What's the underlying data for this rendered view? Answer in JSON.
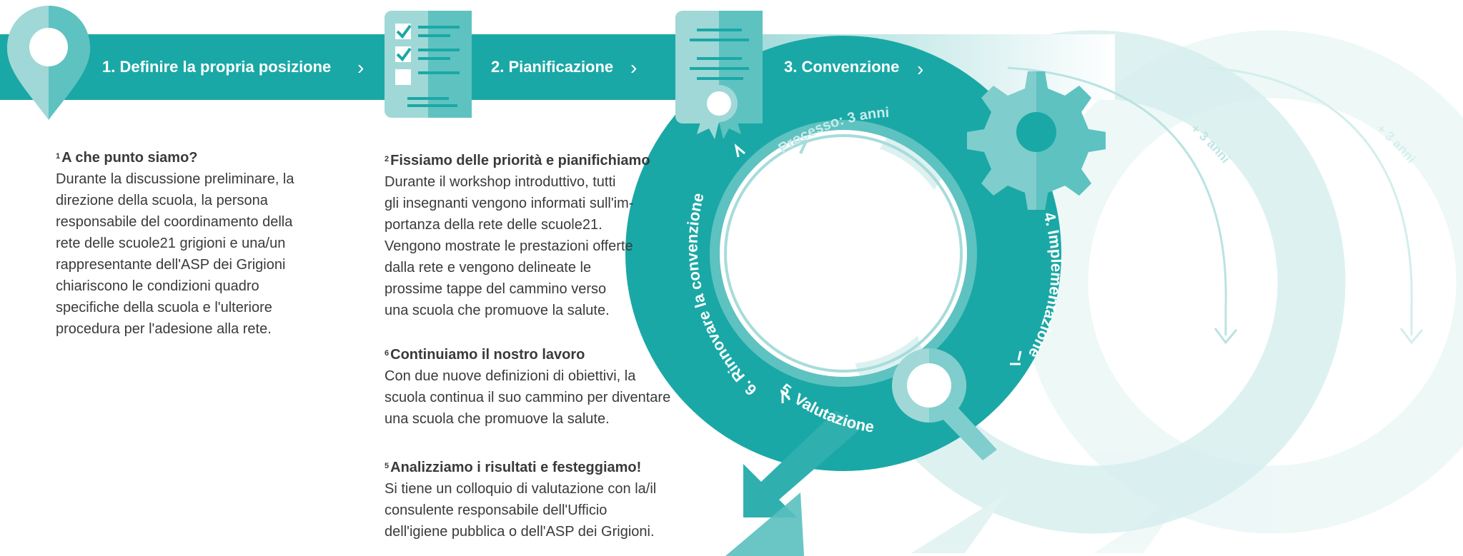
{
  "colors": {
    "teal": "#1aa8a6",
    "teal_dark": "#0c9a97",
    "teal_mid": "#5ec2c1",
    "teal_light": "#9fd8d7",
    "teal_pale": "#cdeceb",
    "text": "#3a3a3a"
  },
  "steps": {
    "step1": "1. Definire la propria posizione",
    "step2": "2. Pianificazione",
    "step3": "3. Convenzione",
    "step4": "4. Implementazione",
    "step5": "5. Valutazione",
    "step6": "6. Rinnovare la convenzione",
    "process": "Processo: 3 anni",
    "plus3_a": "+ 3 anni",
    "plus3_b": "+ 3 anni"
  },
  "icons": [
    "map-pin-icon",
    "checklist-icon",
    "certificate-icon",
    "gear-icon",
    "magnifier-icon"
  ],
  "blocks": {
    "b1": {
      "num": "1",
      "title": "A che punto siamo?",
      "lines": [
        "Durante la discussione preliminare, la",
        "direzione della scuola, la persona",
        "responsabile del coordinamento della",
        "rete delle scuole21 grigioni e una/un",
        "rappresentante dell'ASP dei Grigioni",
        "chiariscono le condizioni quadro",
        "specifiche della scuola e l'ulteriore",
        "procedura per l'adesione alla rete."
      ]
    },
    "b2": {
      "num": "2",
      "title": "Fissiamo delle priorità e pianifichiamo",
      "lines": [
        "Durante il workshop introduttivo, tutti",
        "gli insegnanti vengono informati sull'im-",
        "portanza della rete delle scuole21.",
        "Vengono mostrate le prestazioni offerte",
        "dalla rete e vengono delineate le",
        "prossime tappe del cammino verso",
        "una scuola che promuove la salute."
      ]
    },
    "b6": {
      "num": "6",
      "title": "Continuiamo il nostro lavoro",
      "lines": [
        "Con due nuove definizioni di obiettivi, la",
        "scuola continua il suo cammino per diventare",
        "una scuola che promuove la salute."
      ]
    },
    "b5": {
      "num": "5",
      "title": "Analizziamo i risultati e festeggiamo!",
      "lines": [
        "Si tiene un colloquio di valutazione con la/il",
        "consulente responsabile dell'Ufficio",
        "dell'igiene pubblica o dell'ASP dei Grigioni."
      ]
    }
  }
}
